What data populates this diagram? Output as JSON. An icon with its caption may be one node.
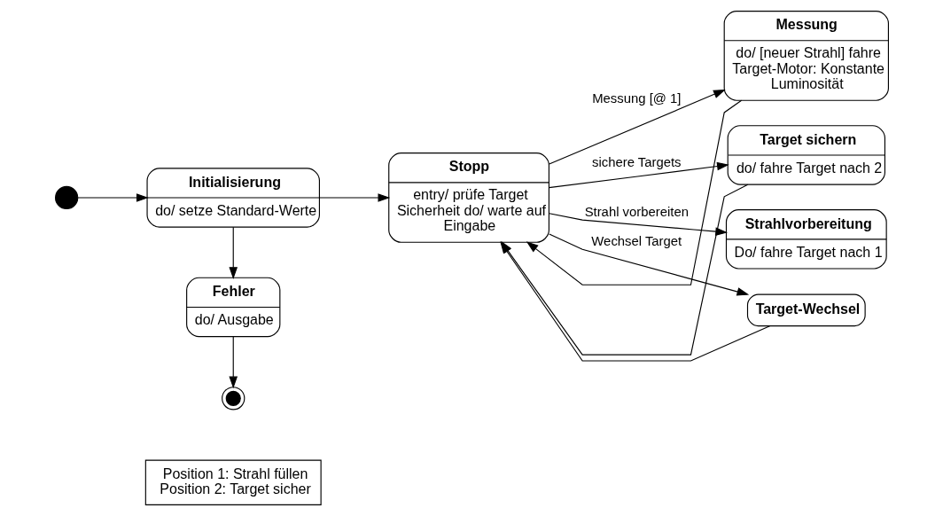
{
  "diagram": {
    "nodes": [
      {
        "text": [],
        "shape": "circle"
      },
      {
        "text": [
          "Initialisierung",
          "do/ setze Standard-Werte"
        ]
      },
      {
        "text": [
          "Stopp",
          "entry/ prüfe Target Sicherheit do/ warte auf Eingabe"
        ]
      },
      {
        "text": [
          "Messung",
          "do/ [neuer Strahl] fahre Target-Motor: Konstante Luminosität"
        ]
      },
      {
        "text": [
          "Fehler",
          "do/ Ausgabe"
        ]
      },
      {
        "text": [],
        "shape": "bullseye"
      },
      {
        "text": [
          "Target sichern",
          "do/ fahre Target nach 2"
        ]
      },
      {
        "text": [
          "Strahlvorbereitung",
          "Do/ fahre Target nach 1"
        ]
      },
      {
        "text": [
          "Position 1: Strahl füllen",
          "Position 2: Target sicher"
        ]
      },
      {
        "text": [
          "Target-Wechsel"
        ]
      }
    ],
    "edges": [
      {
        "from": 0,
        "to": 1,
        "arrow": "to"
      },
      {
        "from": 1,
        "to": 2,
        "arrow": "to"
      },
      {
        "from": 1,
        "to": 4,
        "arrow": "to"
      },
      {
        "from": 2,
        "to": 3,
        "arrow": "to",
        "label": "Messung [@ 1]"
      },
      {
        "from": 2,
        "to": 6,
        "arrow": "to",
        "label": "sichere Targets"
      },
      {
        "from": 2,
        "to": 7,
        "arrow": "to",
        "label": "Strahl vorbereiten"
      },
      {
        "from": 2,
        "to": 9,
        "arrow": "to",
        "label": "Wechsel Target"
      },
      {
        "from": 4,
        "to": 5,
        "arrow": "to"
      },
      {
        "from": 3,
        "to": 2,
        "arrow": "to"
      },
      {
        "from": 6,
        "to": 2,
        "arrow": "to"
      },
      {
        "from": 9,
        "to": 2,
        "arrow": "to"
      }
    ]
  }
}
